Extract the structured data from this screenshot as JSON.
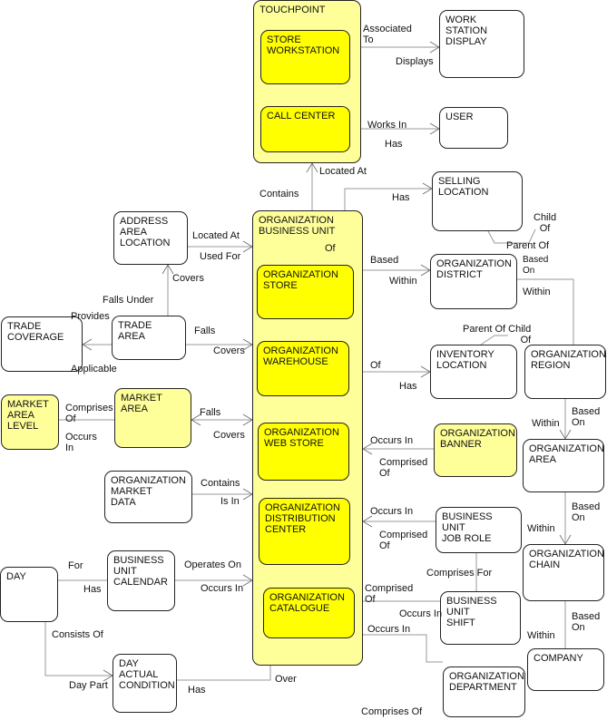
{
  "entities": {
    "touchpoint": "TOUCHPOINT",
    "store_workstation": "STORE\nWORKSTATION",
    "call_center": "CALL CENTER",
    "workstation_display": "WORK\nSTATION\nDISPLAY",
    "user": "USER",
    "selling_location": "SELLING\nLOCATION",
    "org_business_unit": "ORGANIZATION\nBUSINESS UNIT",
    "org_store": "ORGANIZATION\nSTORE",
    "org_warehouse": "ORGANIZATION\nWAREHOUSE",
    "org_web_store": "ORGANIZATION\nWEB STORE",
    "org_distribution_center": "ORGANIZATION\nDISTRIBUTION\nCENTER",
    "org_catalogue": "ORGANIZATION\nCATALOGUE",
    "address_area_location": "ADDRESS\nAREA\nLOCATION",
    "trade_area": "TRADE\nAREA",
    "trade_coverage": "TRADE\nCOVERAGE",
    "market_area_level": "MARKET\nAREA\nLEVEL",
    "market_area": "MARKET\nAREA",
    "org_market_data": "ORGANIZATION\nMARKET\nDATA",
    "day": "DAY",
    "business_unit_calendar": "BUSINESS\nUNIT\nCALENDAR",
    "day_actual_condition": "DAY\nACTUAL\nCONDITION",
    "org_district": "ORGANIZATION\nDISTRICT",
    "inventory_location": "INVENTORY\nLOCATION",
    "org_region": "ORGANIZATION\nREGION",
    "org_banner": "ORGANIZATION\nBANNER",
    "org_area": "ORGANIZATION\nAREA",
    "business_unit_job_role": "BUSINESS\nUNIT\nJOB ROLE",
    "org_chain": "ORGANIZATION\nCHAIN",
    "business_unit_shift": "BUSINESS\nUNIT\nSHIFT",
    "company": "COMPANY",
    "org_department": "ORGANIZATION\nDEPARTMENT"
  },
  "labels": {
    "associated_to": "Associated\nTo",
    "displays": "Displays",
    "works_in": "Works In",
    "has_user": "Has",
    "located_at": "Located At",
    "contains": "Contains",
    "has_selling": "Has",
    "child_of": "Child\nOf",
    "parent_of": "Parent Of",
    "of_bu": "Of",
    "based_on_district": "Based",
    "within_district": "Within",
    "district_based_on": "Based\nOn",
    "district_within": "Within",
    "parent_of_child_of": "Parent Of Child\nOf",
    "of_inventory": "Of",
    "has_inventory": "Has",
    "within_region": "Within",
    "region_based_on": "Based\nOn",
    "occurs_in_banner": "Occurs In",
    "comprised_of_banner": "Comprised\nOf",
    "area_based_on": "Based\nOn",
    "within_area": "Within",
    "occurs_in_jobrole": "Occurs In",
    "comprised_of_jobrole": "Comprised\nOf",
    "comprises_for": "Comprises For",
    "chain_based_on": "Based\nOn",
    "within_chain": "Within",
    "comprised_of_shift": "Comprised\nOf",
    "occurs_in_shift": "Occurs In",
    "occurs_in_dept": "Occurs In",
    "comprises_of_dept": "Comprises Of",
    "located_at_addr": "Located At",
    "used_for": "Used For",
    "covers_addr": "Covers",
    "falls_under": "Falls Under",
    "provides": "Provides",
    "applicable": "Applicable",
    "falls_trade": "Falls",
    "covers_trade": "Covers",
    "comprises_of_market": "Comprises\nOf",
    "occurs_in_market": "Occurs\nIn",
    "falls_market": "Falls",
    "covers_market": "Covers",
    "contains_market": "Contains",
    "is_in": "Is In",
    "for_day": "For",
    "has_day": "Has",
    "operates_on": "Operates On",
    "occurs_in_cal": "Occurs In",
    "consists_of": "Consists Of",
    "day_part": "Day Part",
    "has_cond": "Has",
    "over": "Over"
  }
}
